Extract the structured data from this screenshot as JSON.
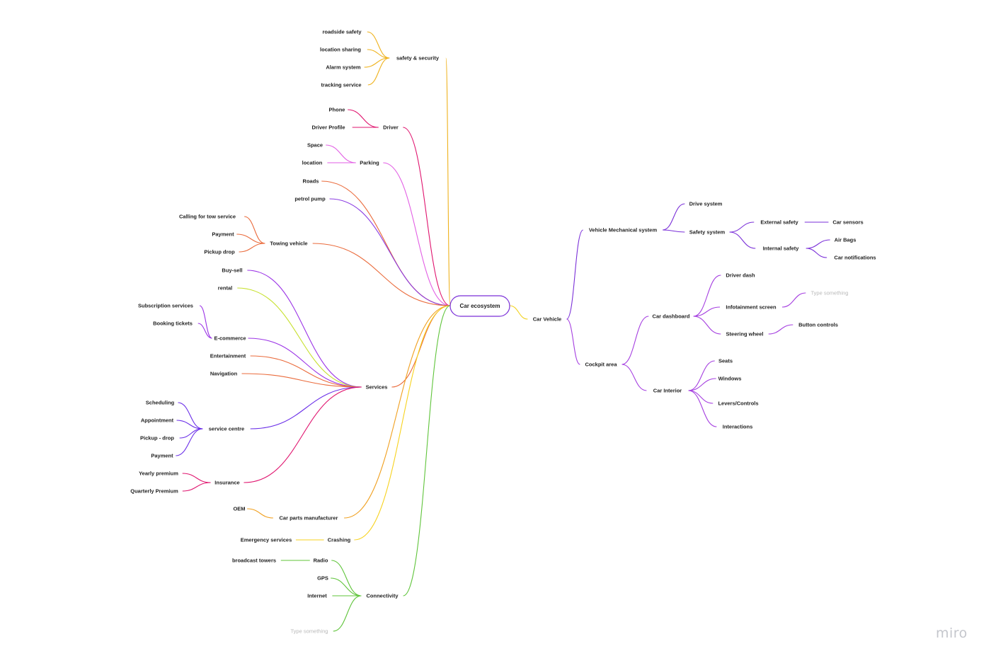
{
  "brand": {
    "logo": "miro"
  },
  "mindmap": {
    "root": "Car ecosystem",
    "left": [
      {
        "label": "safety & security",
        "color": "#efb21d",
        "children": [
          {
            "label": "roadside safety"
          },
          {
            "label": "location sharing"
          },
          {
            "label": "Alarm system"
          },
          {
            "label": "tracking service"
          }
        ]
      },
      {
        "label": "Driver",
        "color": "#e0156f",
        "children": [
          {
            "label": "Phone"
          },
          {
            "label": "Driver Profile"
          }
        ]
      },
      {
        "label": "Parking",
        "color": "#e25ee4",
        "children": [
          {
            "label": "Space"
          },
          {
            "label": "location"
          }
        ]
      },
      {
        "label": "Roads",
        "color": "#ea6b3c",
        "children": []
      },
      {
        "label": "petrol pump",
        "color": "#8a3be2",
        "children": []
      },
      {
        "label": "Towing vehicle",
        "color": "#ea6b3c",
        "children": [
          {
            "label": "Calling for tow service"
          },
          {
            "label": "Payment"
          },
          {
            "label": "Pickup drop"
          }
        ]
      },
      {
        "label": "Services",
        "color": "#ea6b3c",
        "children": [
          {
            "label": "Buy-sell",
            "color": "#9b33e6",
            "children": []
          },
          {
            "label": "rental",
            "color": "#c6e02a",
            "children": []
          },
          {
            "label": "E-commerce",
            "color": "#9b33e6",
            "children": [
              {
                "label": "Subscription services"
              },
              {
                "label": "Booking tickets"
              }
            ]
          },
          {
            "label": "Entertainment",
            "color": "#ea6b3c",
            "children": []
          },
          {
            "label": "Navigation",
            "color": "#ea6b3c",
            "children": []
          },
          {
            "label": "service centre",
            "color": "#6a2ee8",
            "children": [
              {
                "label": "Scheduling"
              },
              {
                "label": "Appointment"
              },
              {
                "label": "Pickup - drop"
              },
              {
                "label": "Payment"
              }
            ]
          },
          {
            "label": "Insurance",
            "color": "#e0156f",
            "children": [
              {
                "label": "Yearly premium"
              },
              {
                "label": "Quarterly Premium"
              }
            ]
          }
        ]
      },
      {
        "label": "Car parts manufacturer",
        "color": "#f0a020",
        "children": [
          {
            "label": "OEM"
          }
        ]
      },
      {
        "label": "Crashing",
        "color": "#f7d21e",
        "children": [
          {
            "label": "Emergency services"
          }
        ]
      },
      {
        "label": "Connectivity",
        "color": "#5fc43a",
        "children": [
          {
            "label": "Radio",
            "children": [
              {
                "label": "broadcast towers"
              }
            ]
          },
          {
            "label": "GPS"
          },
          {
            "label": "Internet"
          },
          {
            "label": "Type something",
            "placeholder": true
          }
        ]
      }
    ],
    "right": [
      {
        "label": "Car Vehicle",
        "color": "#f2d21e",
        "children": [
          {
            "label": "Vehicle Mechanical system",
            "color": "#7a2fd8",
            "children": [
              {
                "label": "Drive system"
              },
              {
                "label": "Safety system",
                "children": [
                  {
                    "label": "External safety",
                    "children": [
                      {
                        "label": "Car sensors"
                      }
                    ]
                  },
                  {
                    "label": "Internal safety",
                    "children": [
                      {
                        "label": "Air Bags"
                      },
                      {
                        "label": "Car notifications"
                      }
                    ]
                  }
                ]
              }
            ]
          },
          {
            "label": "Cockpit area",
            "color": "#a53fe0",
            "children": [
              {
                "label": "Car dashboard",
                "children": [
                  {
                    "label": "Driver dash"
                  },
                  {
                    "label": "Infotainment screen",
                    "children": [
                      {
                        "label": "Type something",
                        "placeholder": true
                      }
                    ]
                  },
                  {
                    "label": "Steering wheel",
                    "children": [
                      {
                        "label": "Button controls"
                      }
                    ]
                  }
                ]
              },
              {
                "label": "Car Interior",
                "children": [
                  {
                    "label": "Seats"
                  },
                  {
                    "label": "Windows"
                  },
                  {
                    "label": "Levers/Controls"
                  },
                  {
                    "label": "Interactions"
                  }
                ]
              }
            ]
          }
        ]
      }
    ]
  }
}
